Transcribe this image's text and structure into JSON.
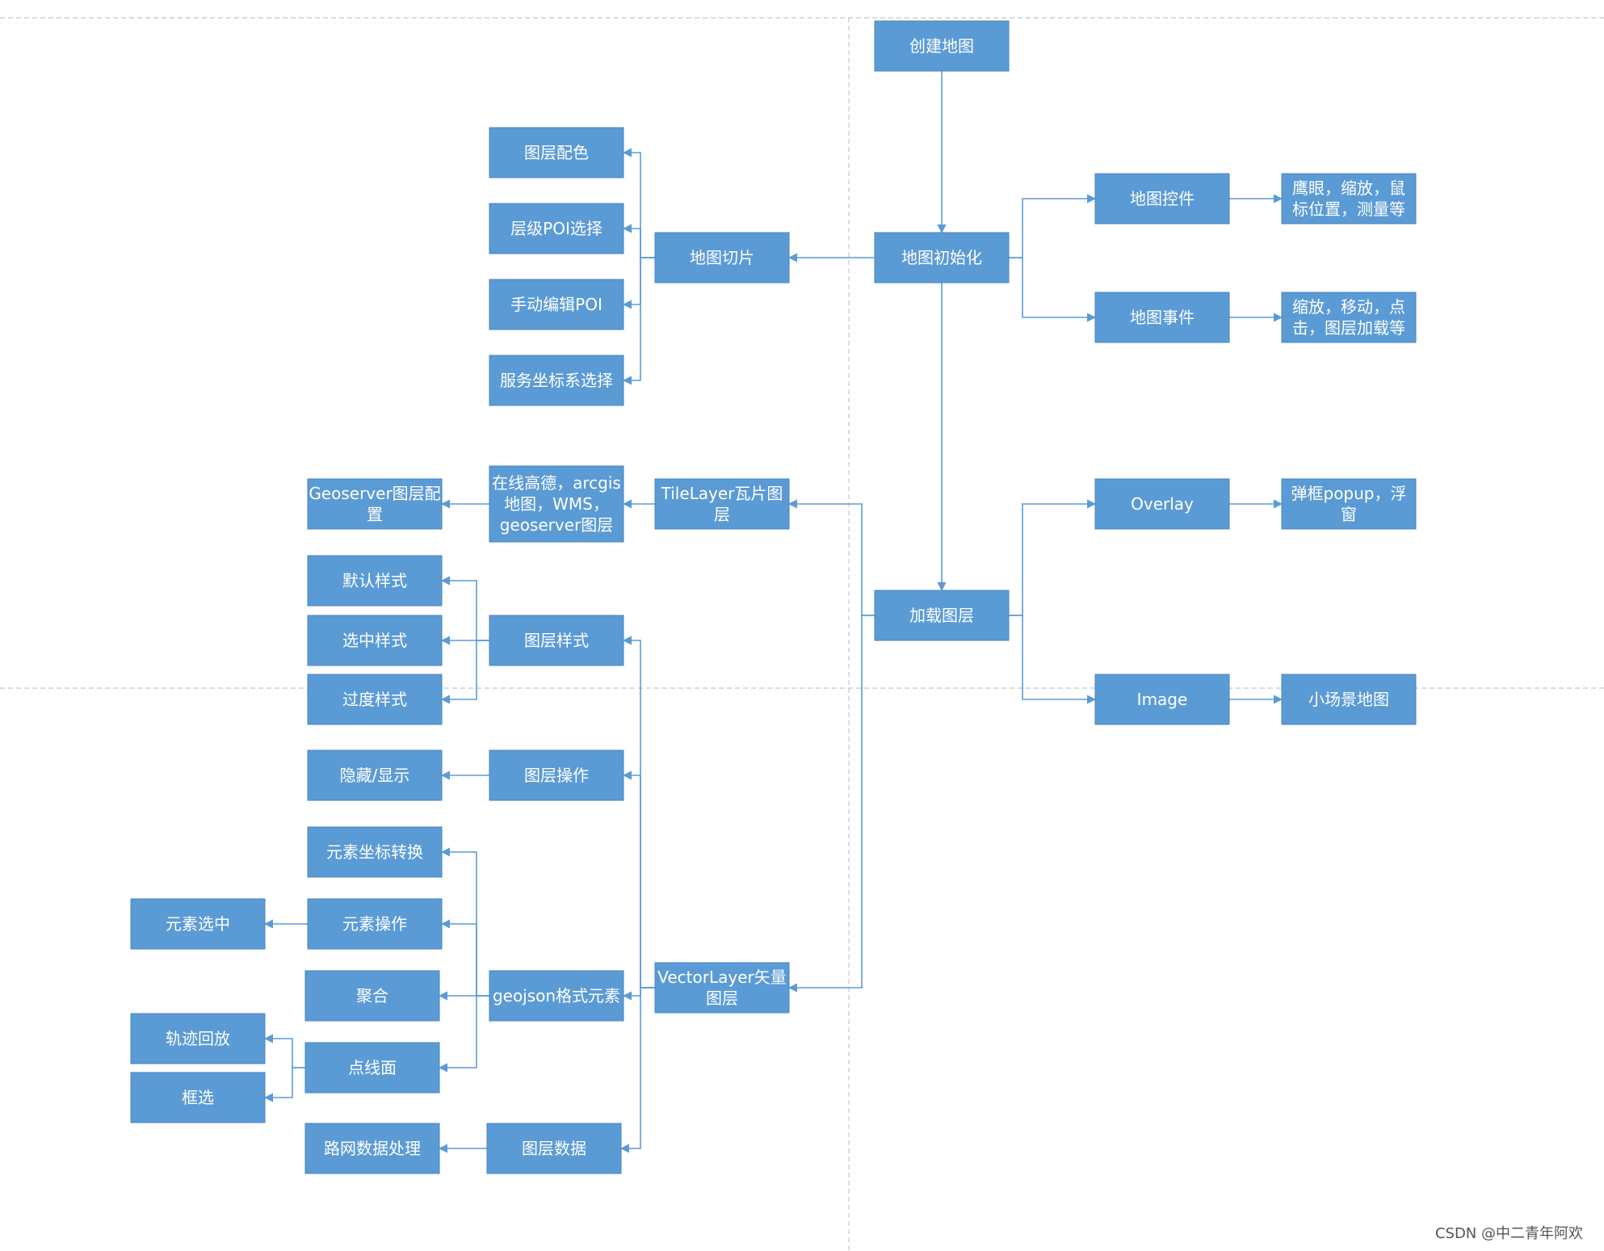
{
  "nodes": [
    {
      "id": "create-map",
      "lines": [
        "创建地图"
      ]
    },
    {
      "id": "map-init",
      "lines": [
        "地图初始化"
      ]
    },
    {
      "id": "map-controls",
      "lines": [
        "地图控件"
      ]
    },
    {
      "id": "map-controls-detail",
      "lines": [
        "鹰眼，缩放，鼠",
        "标位置，测量等"
      ]
    },
    {
      "id": "map-events",
      "lines": [
        "地图事件"
      ]
    },
    {
      "id": "map-events-detail",
      "lines": [
        "缩放，移动，点",
        "击，图层加载等"
      ]
    },
    {
      "id": "map-tiles",
      "lines": [
        "地图切片"
      ]
    },
    {
      "id": "layer-color",
      "lines": [
        "图层配色"
      ]
    },
    {
      "id": "level-poi",
      "lines": [
        "层级POI选择"
      ]
    },
    {
      "id": "manual-poi",
      "lines": [
        "手动编辑POI"
      ]
    },
    {
      "id": "service-crs",
      "lines": [
        "服务坐标系选择"
      ]
    },
    {
      "id": "load-layers",
      "lines": [
        "加载图层"
      ]
    },
    {
      "id": "overlay",
      "lines": [
        "Overlay"
      ]
    },
    {
      "id": "popup",
      "lines": [
        "弹框popup，浮",
        "窗"
      ]
    },
    {
      "id": "image",
      "lines": [
        "Image"
      ]
    },
    {
      "id": "small-map",
      "lines": [
        "小场景地图"
      ]
    },
    {
      "id": "tile-layer",
      "lines": [
        "TileLayer瓦片图",
        "层"
      ]
    },
    {
      "id": "online-sources",
      "lines": [
        "在线高德，arcgis",
        "地图，WMS，",
        "geoserver图层"
      ]
    },
    {
      "id": "geoserver-config",
      "lines": [
        "Geoserver图层配",
        "置"
      ]
    },
    {
      "id": "vector-layer",
      "lines": [
        "VectorLayer矢量",
        "图层"
      ]
    },
    {
      "id": "layer-style",
      "lines": [
        "图层样式"
      ]
    },
    {
      "id": "default-style",
      "lines": [
        "默认样式"
      ]
    },
    {
      "id": "selected-style",
      "lines": [
        "选中样式"
      ]
    },
    {
      "id": "transition-style",
      "lines": [
        "过度样式"
      ]
    },
    {
      "id": "layer-ops",
      "lines": [
        "图层操作"
      ]
    },
    {
      "id": "hide-show",
      "lines": [
        "隐藏/显示"
      ]
    },
    {
      "id": "geojson",
      "lines": [
        "geojson格式元素"
      ]
    },
    {
      "id": "coord-transform",
      "lines": [
        "元素坐标转换"
      ]
    },
    {
      "id": "element-ops",
      "lines": [
        "元素操作"
      ]
    },
    {
      "id": "element-select",
      "lines": [
        "元素选中"
      ]
    },
    {
      "id": "cluster",
      "lines": [
        "聚合"
      ]
    },
    {
      "id": "point-line-polygon",
      "lines": [
        "点线面"
      ]
    },
    {
      "id": "track-playback",
      "lines": [
        "轨迹回放"
      ]
    },
    {
      "id": "box-select",
      "lines": [
        "框选"
      ]
    },
    {
      "id": "layer-data",
      "lines": [
        "图层数据"
      ]
    },
    {
      "id": "road-network",
      "lines": [
        "路网数据处理"
      ]
    }
  ],
  "edges": [
    [
      "create-map",
      "map-init"
    ],
    [
      "map-init",
      "map-controls"
    ],
    [
      "map-init",
      "map-events"
    ],
    [
      "map-controls",
      "map-controls-detail"
    ],
    [
      "map-events",
      "map-events-detail"
    ],
    [
      "map-init",
      "map-tiles"
    ],
    [
      "map-tiles",
      "layer-color"
    ],
    [
      "map-tiles",
      "level-poi"
    ],
    [
      "map-tiles",
      "manual-poi"
    ],
    [
      "map-tiles",
      "service-crs"
    ],
    [
      "map-init",
      "load-layers"
    ],
    [
      "load-layers",
      "overlay"
    ],
    [
      "load-layers",
      "image"
    ],
    [
      "overlay",
      "popup"
    ],
    [
      "image",
      "small-map"
    ],
    [
      "load-layers",
      "tile-layer"
    ],
    [
      "load-layers",
      "vector-layer"
    ],
    [
      "tile-layer",
      "online-sources"
    ],
    [
      "online-sources",
      "geoserver-config"
    ],
    [
      "vector-layer",
      "layer-style"
    ],
    [
      "vector-layer",
      "layer-ops"
    ],
    [
      "vector-layer",
      "geojson"
    ],
    [
      "vector-layer",
      "layer-data"
    ],
    [
      "layer-style",
      "default-style"
    ],
    [
      "layer-style",
      "selected-style"
    ],
    [
      "layer-style",
      "transition-style"
    ],
    [
      "layer-ops",
      "hide-show"
    ],
    [
      "geojson",
      "coord-transform"
    ],
    [
      "geojson",
      "element-ops"
    ],
    [
      "geojson",
      "cluster"
    ],
    [
      "geojson",
      "point-line-polygon"
    ],
    [
      "element-ops",
      "element-select"
    ],
    [
      "point-line-polygon",
      "track-playback"
    ],
    [
      "point-line-polygon",
      "box-select"
    ],
    [
      "layer-data",
      "road-network"
    ]
  ],
  "colors": {
    "node_fill": "#5b9bd5",
    "node_text": "#ffffff",
    "edge": "#5b9bd5"
  },
  "watermark": "CSDN @中二青年阿欢"
}
